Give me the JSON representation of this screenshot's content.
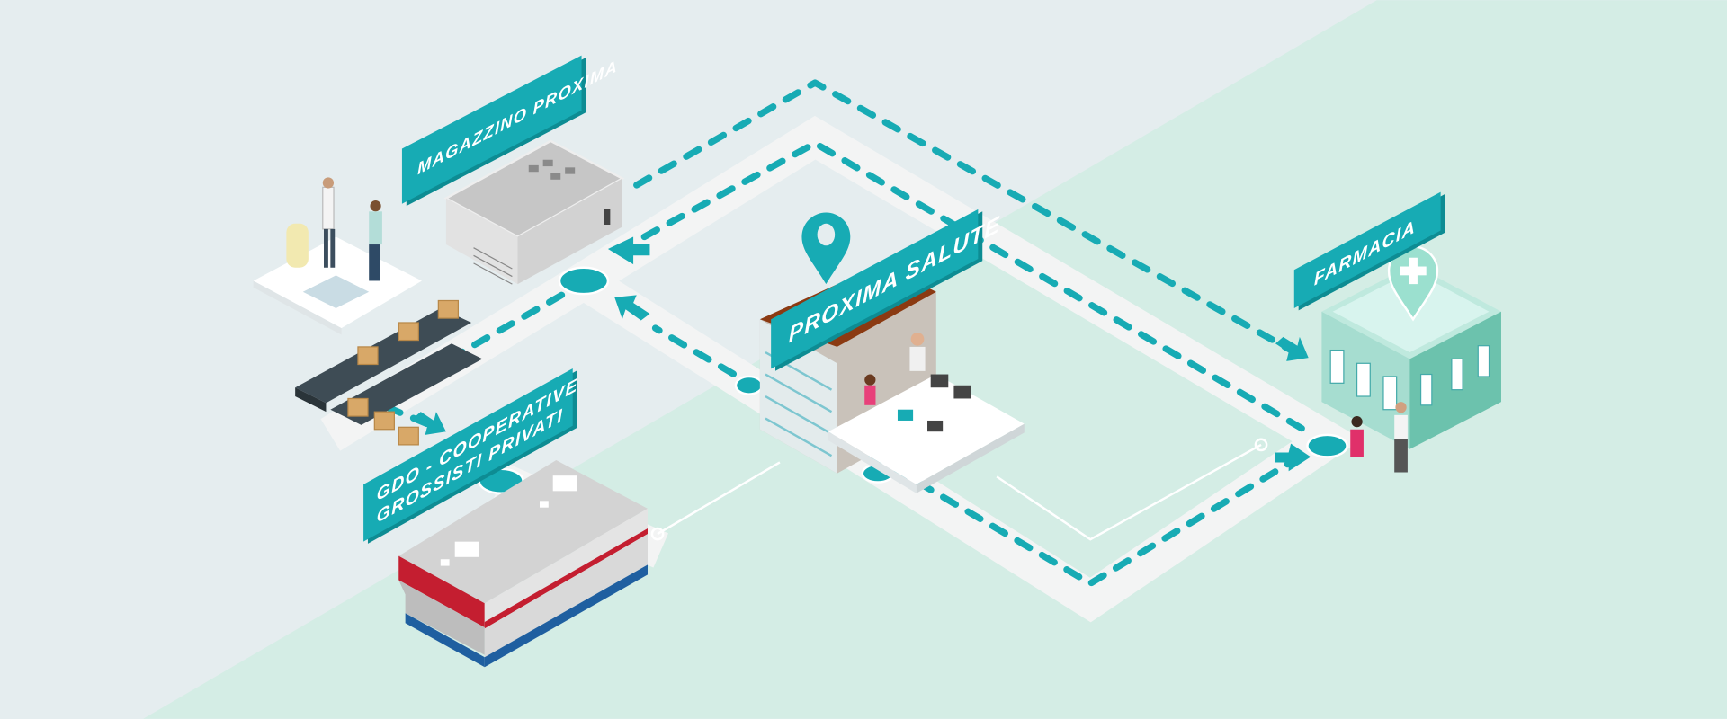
{
  "labels": {
    "magazzino": "MAGAZZINO PROXIMA",
    "proxima_salute": "PROXIMA SALUTE",
    "farmacia": "FARMACIA",
    "gdo_line1": "GDO - COOPERATIVE",
    "gdo_line2": "GROSSISTI PRIVATI"
  },
  "colors": {
    "accent": "#17abb4",
    "background": "#e5edef",
    "mint": "#d4ede5",
    "road": "#f3f4f4",
    "gdo_red": "#c41e30",
    "gdo_blue": "#1f5fa0"
  }
}
